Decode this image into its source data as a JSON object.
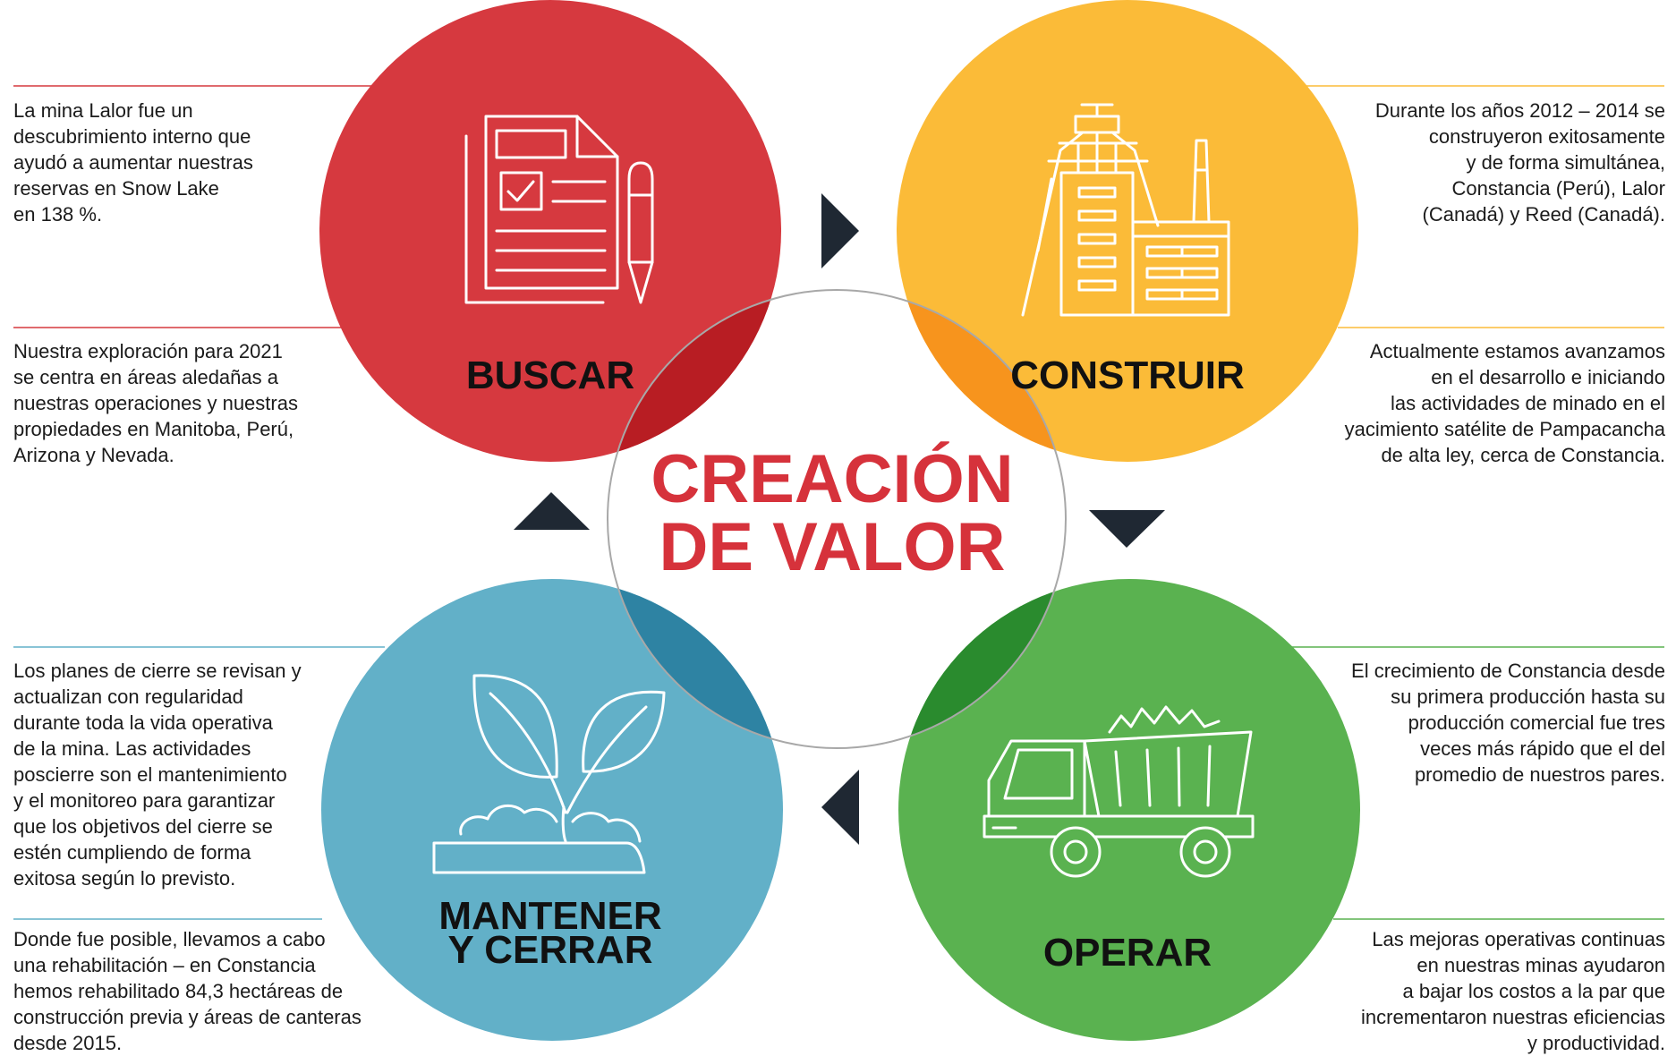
{
  "title": "CREACIÓN\nDE VALOR",
  "colors": {
    "buscar": "#d6393f",
    "construir": "#fbbb38",
    "operar": "#5ab250",
    "mantener": "#62b0c8",
    "arrows": "#1f2833",
    "title": "#d6323b"
  },
  "stages": {
    "buscar": {
      "label": "BUSCAR",
      "icon": "document-pencil-icon",
      "text_top": "La mina Lalor fue un\ndescubrimiento interno que\nayudó a aumentar nuestras\nreservas en Snow Lake\nen 138 %.",
      "text_bottom": "Nuestra exploración para 2021\nse centra en áreas aledañas a\nnuestras operaciones y nuestras\npropiedades en Manitoba, Perú,\nArizona y Nevada."
    },
    "construir": {
      "label": "CONSTRUIR",
      "icon": "mine-headframe-icon",
      "text_top": "Durante los años 2012 – 2014 se\nconstruyeron exitosamente\ny de forma simultánea,\nConstancia (Perú), Lalor\n(Canadá) y Reed (Canadá).",
      "text_bottom": "Actualmente estamos avanzamos\nen el desarrollo e iniciando\nlas actividades de minado en el\nyacimiento satélite de Pampacancha\nde alta ley, cerca de Constancia."
    },
    "operar": {
      "label": "OPERAR",
      "icon": "dump-truck-icon",
      "text_top": "El crecimiento de Constancia desde\nsu primera producción hasta su\nproducción comercial fue tres\nveces más rápido que el del\npromedio de nuestros pares.",
      "text_bottom": "Las mejoras operativas continuas\nen nuestras minas ayudaron\na bajar los costos a la par que\nincrementaron nuestras eficiencias\ny productividad."
    },
    "mantener": {
      "label": "MANTENER\nY CERRAR",
      "icon": "sprout-icon",
      "text_top": "Los planes de cierre se revisan y\nactualizan con regularidad\ndurante toda la vida operativa\nde la mina. Las actividades\nposcierre son el mantenimiento\ny el monitoreo para garantizar\nque los objetivos del cierre se\nestén cumpliendo de forma\nexitosa según lo previsto.",
      "text_bottom": "Donde fue posible, llevamos a cabo\nuna rehabilitación – en Constancia\nhemos rehabilitado 84,3 hectáreas de\nconstrucción previa y áreas de canteras\ndesde 2015."
    }
  }
}
